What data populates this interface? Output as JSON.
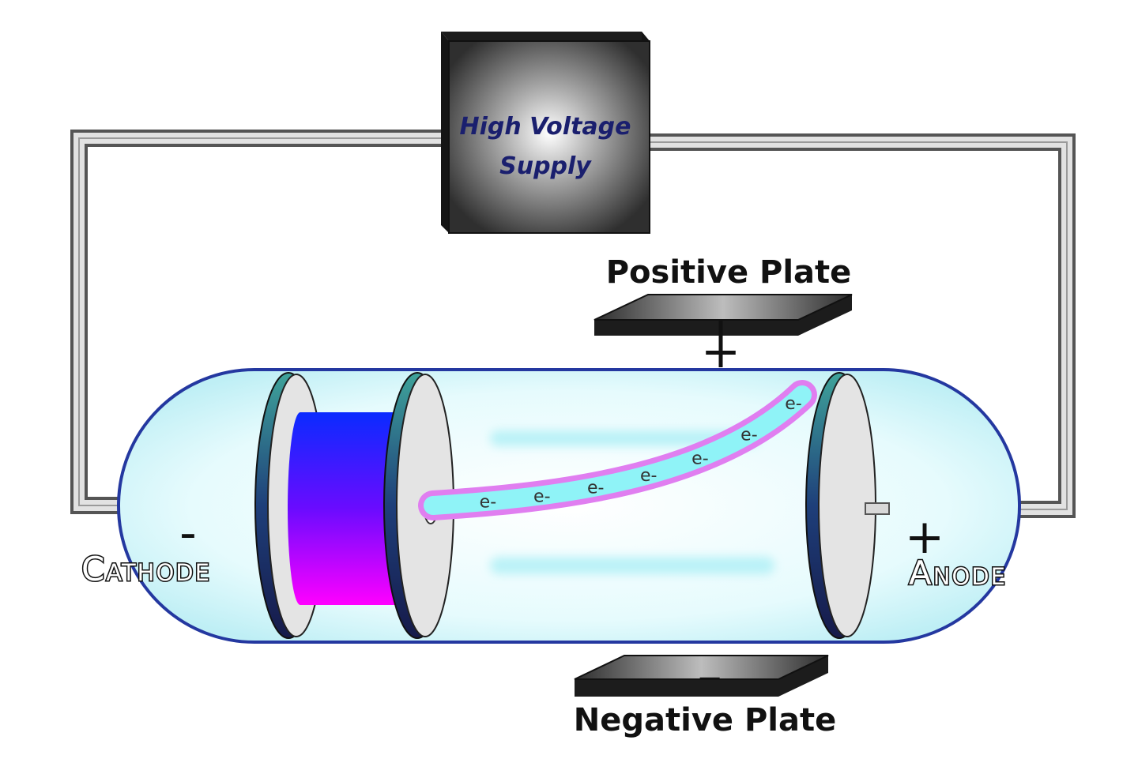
{
  "supply": {
    "line1": "High Voltage",
    "line2": "Supply"
  },
  "plates": {
    "positive_label": "Positive Plate",
    "positive_sign": "+",
    "negative_label": "Negative Plate",
    "negative_sign": "−"
  },
  "electrodes": {
    "cathode_label": "Cathode",
    "cathode_sign": "-",
    "anode_label": "Anode",
    "anode_sign": "+"
  },
  "beam": {
    "electron_label": "e-",
    "electron_count": 7
  },
  "colors": {
    "wire": "#d6d6d6",
    "tube": "#d9f8fb",
    "beam_core": "#8ff3f7",
    "beam_glow": "#e07ef0",
    "box": "#3a3a3a",
    "cathode_top": "#0a2bff",
    "cathode_bottom": "#ff00ff"
  }
}
